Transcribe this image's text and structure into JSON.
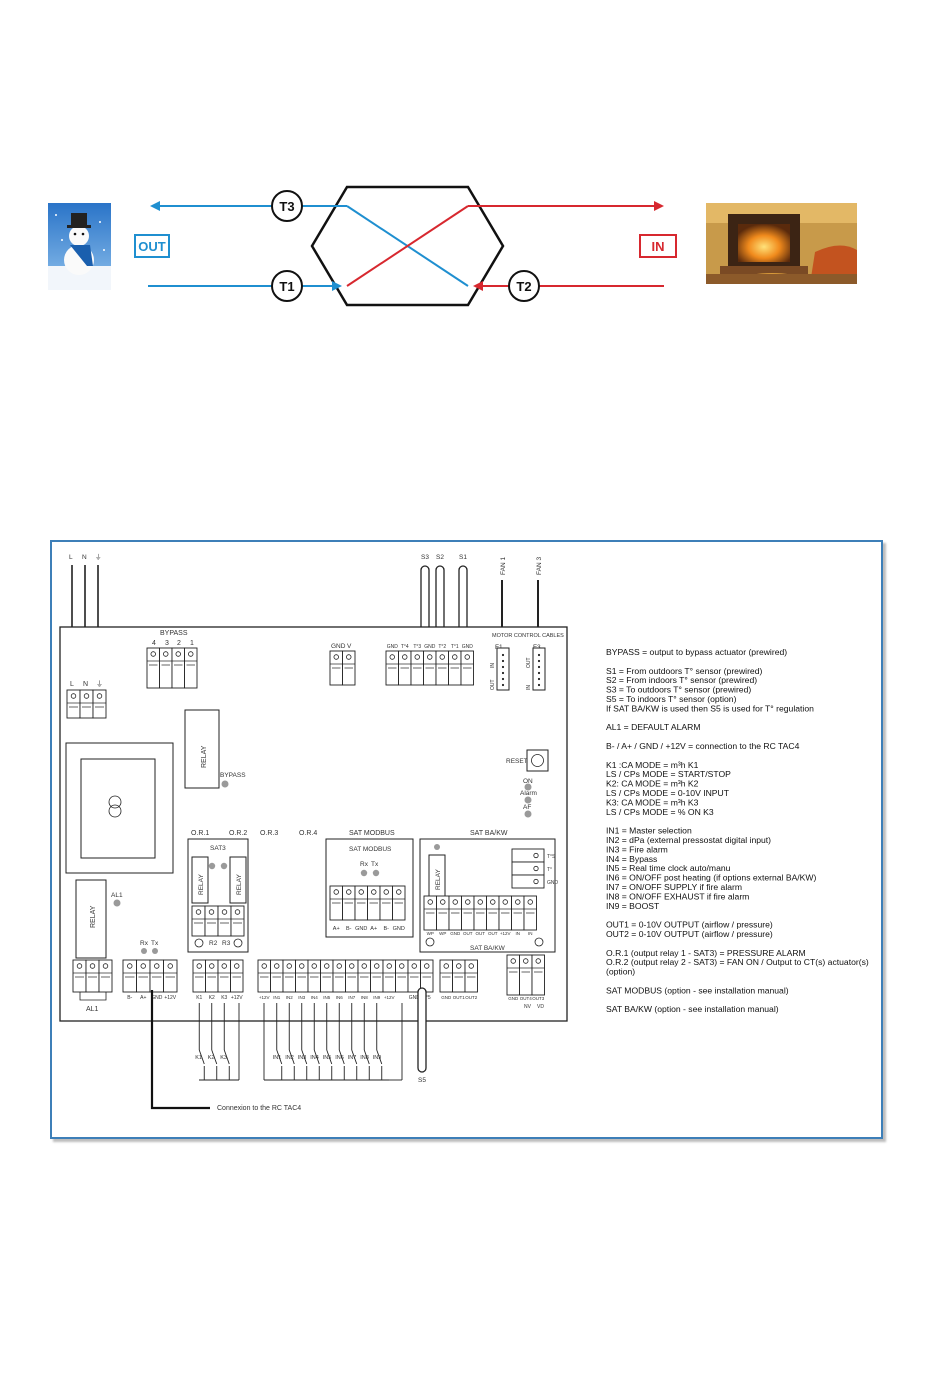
{
  "flow": {
    "sensors": [
      "T3",
      "T1",
      "T2"
    ],
    "out_label": "OUT",
    "in_label": "IN",
    "colors": {
      "cold": "#1f8fd0",
      "warm": "#d7282f"
    }
  },
  "board": {
    "top_labels": {
      "l": "L",
      "n": "N",
      "pe": "⏚",
      "s3": "S3",
      "s2": "S2",
      "s1": "S1",
      "fan1": "FAN 1",
      "fan3": "FAN 3"
    },
    "bypass": {
      "title": "BYPASS",
      "nums": [
        "4",
        "3",
        "2",
        "1"
      ]
    },
    "mains": [
      "L",
      "N",
      "⏚"
    ],
    "gnd_v": [
      "GND",
      "V"
    ],
    "sensor_terms": [
      "GND",
      "T°4",
      "T°3",
      "GND",
      "T°2",
      "T°1",
      "GND"
    ],
    "motor_control": "MOTOR CONTROL CABLES",
    "f1": "F1",
    "f3": "F3",
    "conn_out": "OUT",
    "conn_in": "IN",
    "relay": "RELAY",
    "bypass_led": "BYPASS",
    "reset": "RESET",
    "leds": [
      "ON",
      "Alarm",
      "AF"
    ],
    "or_labels": [
      "O.R.1",
      "O.R.2",
      "O.R.3",
      "O.R.4"
    ],
    "sat3": "SAT3",
    "r_labels": [
      "R2",
      "R3"
    ],
    "modbus_header": "SAT MODBUS",
    "modbus_inner": "SAT MODBUS",
    "rx": "Rx",
    "tx": "Tx",
    "modbus_terms": [
      "A+",
      "B-",
      "GND",
      "A+",
      "B-",
      "GND"
    ],
    "bakw_header": "SAT BA/KW",
    "bakw_terms": [
      "WP",
      "WP",
      "GND",
      "OUT",
      "OUT",
      "OUT",
      "+12V",
      "IN",
      "IN"
    ],
    "bakw_side": [
      "T°S",
      "T°",
      "GND"
    ],
    "bakw_bottom": "SAT BA/KW",
    "al1": "AL1",
    "rc_terms": [
      "B-",
      "A+",
      "GND",
      "+12V"
    ],
    "k_terms": [
      "K1",
      "K2",
      "K3",
      "+12V"
    ],
    "in_terms": [
      "+12V",
      "IN1",
      "IN2",
      "IN3",
      "IN4",
      "IN5",
      "IN6",
      "IN7",
      "IN8",
      "+12V"
    ],
    "s5_terms": [
      "GND",
      "T°5"
    ],
    "out_terms": [
      "GND",
      "OUT1",
      "OUT2"
    ],
    "nv_terms": [
      "GND",
      "OUT4",
      "OUT3"
    ],
    "nv_sub": [
      "NV",
      "VD"
    ],
    "k_switches": [
      "K1",
      "K2",
      "K3"
    ],
    "in_switches": [
      "IN1",
      "IN2",
      "IN3",
      "IN4",
      "IN5",
      "IN6",
      "IN7",
      "IN8",
      "IN9"
    ],
    "s5": "S5",
    "connexion": "Connexion to the RC TAC4"
  },
  "legend": [
    "BYPASS = output to bypass actuator (prewired)",
    "",
    "S1 = From outdoors T° sensor (prewired)",
    "S2 = From indoors T° sensor (prewired)",
    "S3 = To outdoors T° sensor (prewired)",
    "S5 = To indoors T° sensor (option)",
    "      If  SAT BA/KW is used then S5 is used for T° regulation",
    "",
    "AL1 = DEFAULT ALARM",
    "",
    "B- / A+ / GND / +12V = connection to the RC TAC4",
    "",
    "K1 :CA MODE = m³h K1",
    "      LS / CPs MODE = START/STOP",
    "K2: CA MODE = m³h K2",
    "      LS / CPs MODE = 0-10V INPUT",
    "K3: CA MODE = m³h K3",
    "      LS / CPs MODE = % ON K3",
    "",
    "IN1 = Master selection",
    "IN2 = dPa (external pressostat digital input)",
    "IN3 = Fire alarm",
    "IN4 = Bypass",
    "IN5 = Real time clock auto/manu",
    "IN6 = ON/OFF post heating (if options external BA/KW)",
    "IN7 = ON/OFF SUPPLY if fire alarm",
    "IN8 = ON/OFF EXHAUST if fire alarm",
    "IN9 = BOOST",
    "",
    "OUT1 = 0-10V OUTPUT (airflow / pressure)",
    "OUT2 = 0-10V OUTPUT (airflow / pressure)",
    "",
    "O.R.1 (output relay 1 - SAT3) = PRESSURE ALARM",
    "O.R.2 (output relay 2 - SAT3) = FAN ON / Output to CT(s) actuator(s)",
    "                                                                                   (option)",
    "",
    "SAT MODBUS (option - see installation manual)",
    "",
    "SAT BA/KW (option - see installation manual)"
  ]
}
